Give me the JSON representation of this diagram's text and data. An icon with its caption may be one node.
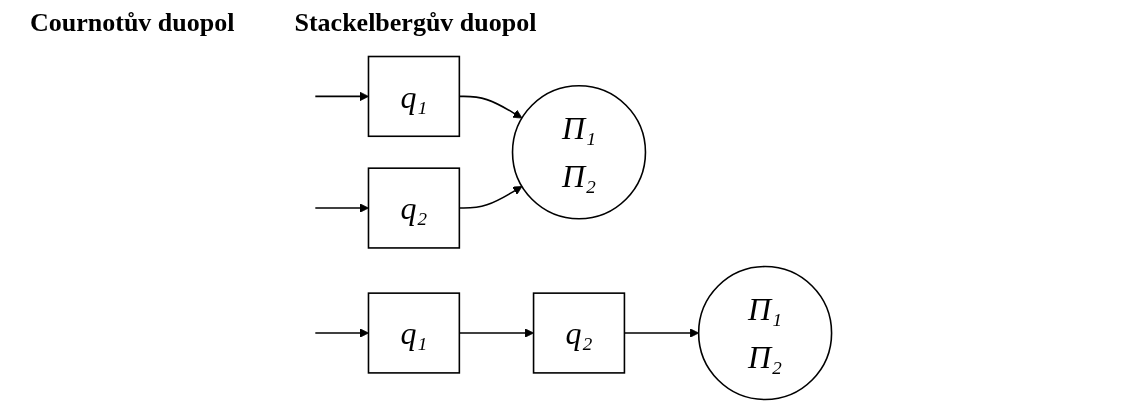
{
  "diagram": {
    "nodes": [
      {
        "text": [
          "q₁"
        ]
      },
      {
        "text": [
          "q₂"
        ]
      },
      {
        "text": [
          "Π₁",
          "Π₂"
        ]
      },
      {
        "text": [
          "q₁"
        ]
      },
      {
        "text": [
          "q₂"
        ]
      },
      {
        "text": [
          "Π₁",
          "Π₂"
        ]
      }
    ],
    "edges": [
      {
        "from": null,
        "to": 0,
        "arrow": "to"
      },
      {
        "from": null,
        "to": 1,
        "arrow": "to"
      },
      {
        "from": 0,
        "to": 2,
        "arrow": "to"
      },
      {
        "from": 1,
        "to": 2,
        "arrow": "to"
      },
      {
        "from": null,
        "to": 3,
        "arrow": "to"
      },
      {
        "from": 3,
        "to": 4,
        "arrow": "to"
      },
      {
        "from": 4,
        "to": 5,
        "arrow": "to"
      }
    ],
    "labels": [
      "Cournotův duopol",
      "Stackelbergův duopol"
    ]
  }
}
